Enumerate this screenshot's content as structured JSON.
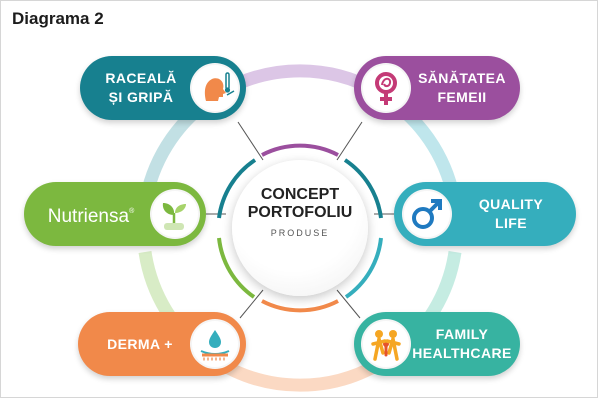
{
  "title": "Diagrama 2",
  "center": {
    "line1": "CONCEPT",
    "line2": "PORTOFOLIU",
    "sub": "PRODUSE"
  },
  "segments": [
    {
      "key": "raceala",
      "lines": [
        "RACEALĂ",
        "ȘI GRIPĂ"
      ],
      "color": "#17808f",
      "icon": "sick-person-thermometer-icon"
    },
    {
      "key": "femei",
      "lines": [
        "SĂNĂTATEA",
        "FEMEII"
      ],
      "color": "#9b4f9e",
      "icon": "female-symbol-icon"
    },
    {
      "key": "nutriensa",
      "brand": "Nutriensa",
      "mark": "®",
      "color": "#7cb83f",
      "icon": "sprout-icon"
    },
    {
      "key": "quality",
      "lines": [
        "QUALITY",
        "LIFE"
      ],
      "color": "#35aebd",
      "icon": "male-symbol-icon"
    },
    {
      "key": "derma",
      "lines": [
        "DERMA +"
      ],
      "color": "#f1894a",
      "icon": "skin-drop-icon"
    },
    {
      "key": "family",
      "lines": [
        "FAMILY",
        "HEALTHCARE"
      ],
      "color": "#37b3a1",
      "icon": "family-icon"
    }
  ]
}
